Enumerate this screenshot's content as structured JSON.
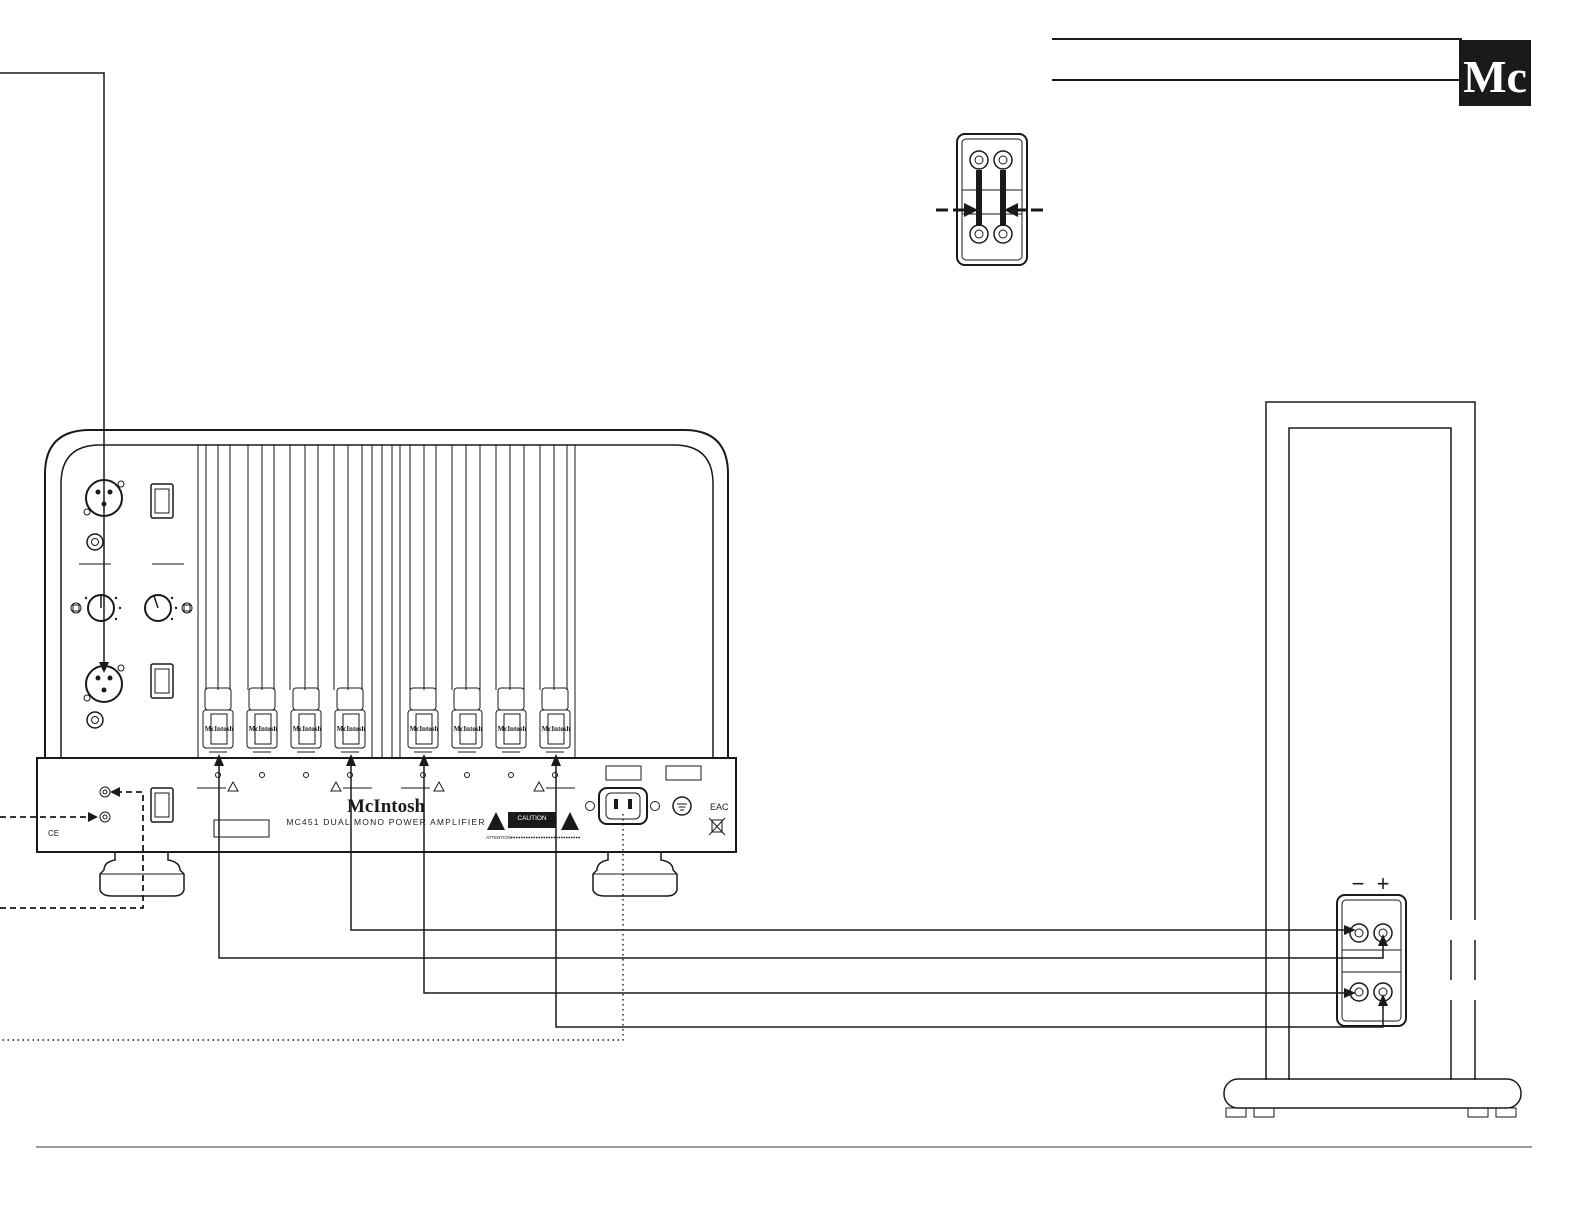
{
  "logo": {
    "text": "Mc"
  },
  "amplifier": {
    "brand": "McIntosh",
    "model_line": "MC451 DUAL MONO POWER AMPLIFIER",
    "caution_label": "CAUTION",
    "attention_text": "ATTENTION",
    "cert_marks": [
      "CE",
      "EAC"
    ],
    "terminal_brand": "McIntosh"
  },
  "speaker": {
    "polarity_minus": "−",
    "polarity_plus": "+"
  },
  "colors": {
    "ink": "#1a1a1a",
    "paper": "#ffffff",
    "rule": "#9a9a9a"
  }
}
